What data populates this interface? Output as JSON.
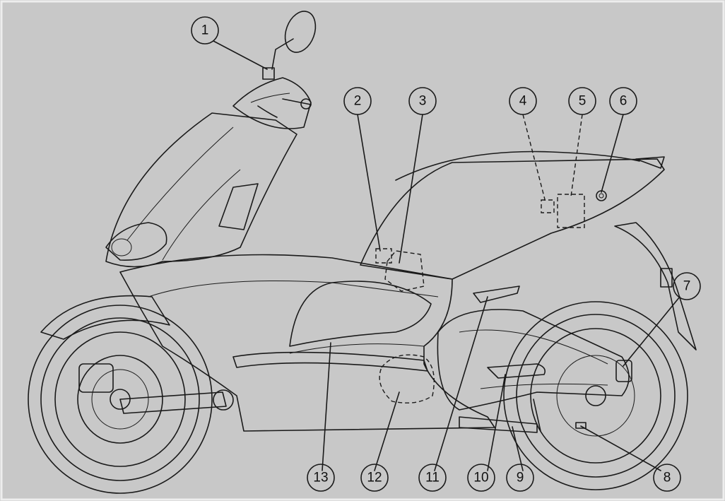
{
  "diagram": {
    "background": "#c8c8c8",
    "body_fill": "#d6d6d6",
    "panel_fill": "#e3e3e3",
    "tyre_fill": "#9a9a9a",
    "callouts": [
      {
        "id": 1,
        "label": "1"
      },
      {
        "id": 2,
        "label": "2"
      },
      {
        "id": 3,
        "label": "3"
      },
      {
        "id": 4,
        "label": "4"
      },
      {
        "id": 5,
        "label": "5"
      },
      {
        "id": 6,
        "label": "6"
      },
      {
        "id": 7,
        "label": "7"
      },
      {
        "id": 8,
        "label": "8"
      },
      {
        "id": 9,
        "label": "9"
      },
      {
        "id": 10,
        "label": "10"
      },
      {
        "id": 11,
        "label": "11"
      },
      {
        "id": 12,
        "label": "12"
      },
      {
        "id": 13,
        "label": "13"
      }
    ]
  }
}
